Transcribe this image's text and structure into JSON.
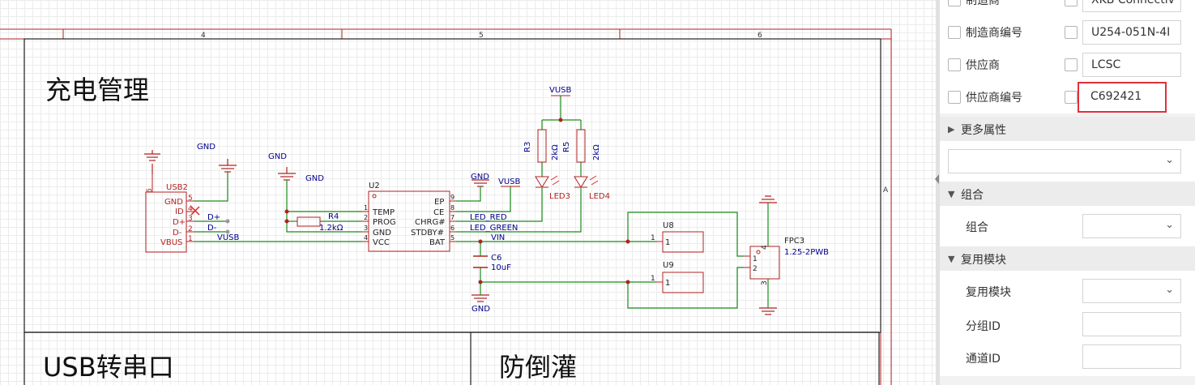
{
  "schematic": {
    "column_labels": [
      "4",
      "5",
      "6"
    ],
    "row_label": "A",
    "sheet_titles": [
      "充电管理",
      "USB转串口",
      "防倒灌"
    ],
    "usb_connector": {
      "designator": "USB2",
      "pin_names": [
        "GND",
        "ID",
        "D+",
        "D-",
        "VBUS"
      ],
      "pin_numbers": [
        "5",
        "4",
        "3",
        "2",
        "1"
      ],
      "shield_pin": "6",
      "net_dplus": "D+",
      "net_dminus": "D-",
      "net_vbus": "VUSB"
    },
    "gnd_labels": [
      "GND",
      "GND",
      "GND",
      "GND",
      "GND"
    ],
    "vusb_labels": [
      "VUSB",
      "VUSB"
    ],
    "r4": {
      "designator": "R4",
      "value": "1.2kΩ"
    },
    "u2": {
      "designator": "U2",
      "left_pins": [
        "TEMP",
        "PROG",
        "GND",
        "VCC"
      ],
      "left_numbers": [
        "1",
        "2",
        "3",
        "4"
      ],
      "right_pins": [
        "EP",
        "CE",
        "CHRG#",
        "STDBY#",
        "BAT"
      ],
      "right_numbers": [
        "9",
        "8",
        "7",
        "6",
        "5"
      ]
    },
    "nets": {
      "led_red": "LED_RED",
      "led_green": "LED_GREEN",
      "vin": "VIN"
    },
    "r3": {
      "designator": "R3",
      "value": "2kΩ"
    },
    "r5": {
      "designator": "R5",
      "value": "2kΩ"
    },
    "led3": "LED3",
    "led4": "LED4",
    "c6": {
      "designator": "C6",
      "value": "10uF"
    },
    "u8": {
      "designator": "U8",
      "pin": "1"
    },
    "u9": {
      "designator": "U9",
      "pin": "1"
    },
    "fpc3": {
      "designator": "FPC3",
      "value": "1.25-2PWB",
      "pins": [
        "1",
        "2",
        "3",
        "4"
      ]
    }
  },
  "properties": {
    "rows": [
      {
        "label": "制造商",
        "value": "XKB Connectiv"
      },
      {
        "label": "制造商编号",
        "value": "U254-051N-4I"
      },
      {
        "label": "供应商",
        "value": "LCSC"
      },
      {
        "label": "供应商编号",
        "value": "C692421"
      }
    ],
    "more_props": "更多属性",
    "group_section": "组合",
    "group_label": "组合",
    "reuse_section": "复用模块",
    "reuse_label": "复用模块",
    "group_id_label": "分组ID",
    "channel_id_label": "通道ID"
  }
}
